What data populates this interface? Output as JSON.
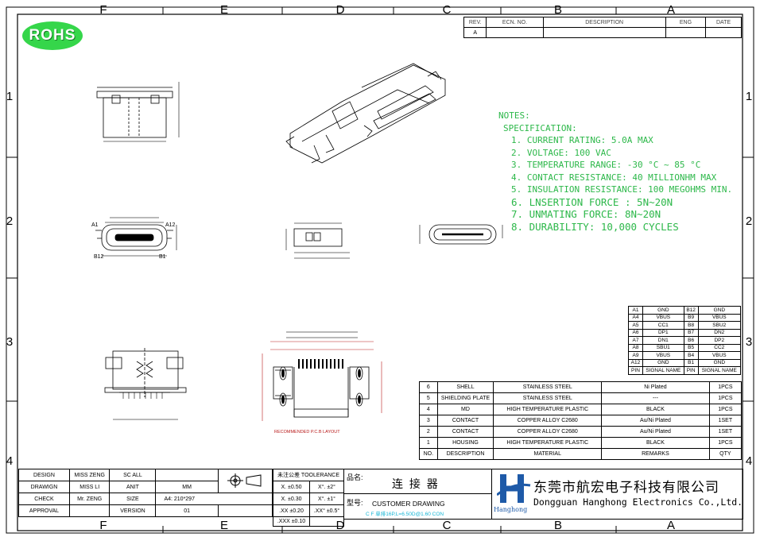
{
  "zone_letters": [
    "F",
    "E",
    "D",
    "C",
    "B",
    "A"
  ],
  "zone_numbers": [
    "1",
    "2",
    "3",
    "4"
  ],
  "logo": {
    "text": "ROHS"
  },
  "revision": {
    "headers": [
      "REV.",
      "ECN. NO.",
      "DESCRIPTION",
      "ENG",
      "DATE"
    ],
    "row": [
      "A",
      "",
      "",
      "",
      ""
    ]
  },
  "notes": {
    "title": "NOTES:",
    "subtitle": "SPECIFICATION:",
    "items": [
      "1. CURRENT RATING: 5.0A MAX",
      "2. VOLTAGE: 100 VAC",
      "3. TEMPERATURE RANGE: -30 °C ~ 85 °C",
      "4. CONTACT RESISTANCE: 40 MILLIONHM MAX",
      "5. INSULATION RESISTANCE: 100 MEGOHMS MIN.",
      "6. LNSERTION FORCE : 5N~20N",
      "7. UNMATING FORCE: 8N~20N",
      "8. DURABILITY:   10,000 CYCLES"
    ]
  },
  "pinout": {
    "rows": [
      [
        "A1",
        "GND",
        "B12",
        "GND"
      ],
      [
        "A4",
        "VBUS",
        "B9",
        "VBUS"
      ],
      [
        "A5",
        "CC1",
        "B8",
        "SBU2"
      ],
      [
        "A6",
        "DP1",
        "B7",
        "DN2"
      ],
      [
        "A7",
        "DN1",
        "B6",
        "DP2"
      ],
      [
        "A8",
        "SBU1",
        "B5",
        "CC2"
      ],
      [
        "A9",
        "VBUS",
        "B4",
        "VBUS"
      ],
      [
        "A12",
        "GND",
        "B1",
        "GND"
      ],
      [
        "PIN",
        "SIGNAL NAME",
        "PIN",
        "SIGNAL NAME"
      ]
    ]
  },
  "bom": {
    "rows": [
      [
        "6",
        "SHELL",
        "STAINLESS STEEL",
        "Ni Plated",
        "1PCS"
      ],
      [
        "5",
        "SHIELDING PLATE",
        "STAINLESS STEEL",
        "---",
        "1PCS"
      ],
      [
        "4",
        "MD",
        "HIGH TEMPERATURE PLASTIC",
        "BLACK",
        "1PCS"
      ],
      [
        "3",
        "CONTACT",
        "COPPER ALLOY C2680",
        "Au/Ni Plated",
        "1SET"
      ],
      [
        "2",
        "CONTACT",
        "COPPER ALLOY C2680",
        "Au/Ni Plated",
        "1SET"
      ],
      [
        "1",
        "HOUSING",
        "HIGH TEMPERATURE PLASTIC",
        "BLACK",
        "1PCS"
      ],
      [
        "NO.",
        "DESCRIPTION",
        "MATERIAL",
        "REMARKS",
        "QTY"
      ]
    ]
  },
  "title_block": {
    "design_label": "DESIGN",
    "design_value": "MISS ZENG",
    "scale_label": "SC ALL",
    "drawing_label": "DRAWIGN",
    "drawing_value": "MISS LI",
    "unit_label": "ANIT",
    "unit_value": "MM",
    "check_label": "CHECK",
    "check_value": "Mr. ZENG",
    "size_label": "SIZE",
    "size_value": "A4: 210*297",
    "approval_label": "APPROVAL",
    "version_label": "VERSION",
    "version_value": "01",
    "tolerance_title": "未注公差 TOOLERANCE",
    "tolerances": [
      [
        "X. ±0.50",
        "X°. ±2°"
      ],
      [
        "X. ±0.30",
        "X°. ±1°"
      ],
      [
        ".XX ±0.20",
        ".XX° ±0.5°"
      ],
      [
        ".XXX ±0.10",
        ""
      ]
    ],
    "part_name_label": "品名:",
    "part_name": "连 接 器",
    "model_label": "型号:",
    "model_desc": "CUSTOMER DRAWING",
    "model_code": "C F 单排16P,L=6.50D@1.60 CON",
    "company_cn": "东莞市航宏电子科技有限公司",
    "company_en": "Dongguan Hanghong Electronics Co.,Ltd.",
    "company_logo_text": "Hanghong"
  },
  "drawing_labels": {
    "a1": "A1",
    "a12": "A12",
    "b12": "B12",
    "b1": "B1"
  }
}
